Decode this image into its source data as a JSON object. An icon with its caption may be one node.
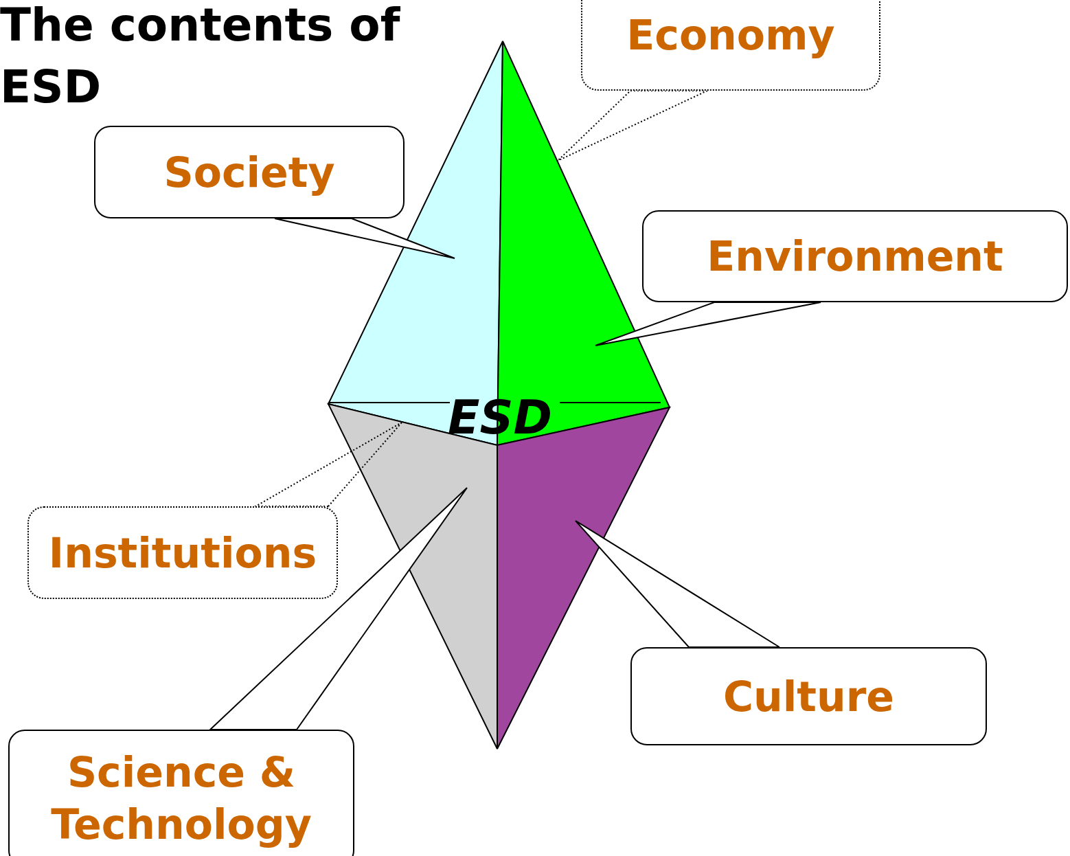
{
  "diagram": {
    "title": "The contents of ESD",
    "nodes": [
      {
        "text": [
          "Economy"
        ]
      },
      {
        "text": [
          "Society"
        ]
      },
      {
        "text": [
          "Environment"
        ]
      },
      {
        "text": [
          "Institutions"
        ]
      },
      {
        "text": [
          "Science & Technology"
        ]
      },
      {
        "text": [
          "Culture"
        ]
      },
      {
        "text": [],
        "shape": "triangle"
      },
      {
        "text": [],
        "shape": "triangle"
      },
      {
        "text": [],
        "shape": "triangle"
      },
      {
        "text": [],
        "shape": "triangle"
      }
    ],
    "edges": [
      {
        "from": 0,
        "to": 7,
        "arrow": "none",
        "style": "dashed"
      },
      {
        "from": 1,
        "to": 6,
        "arrow": "none"
      },
      {
        "from": 2,
        "to": 7,
        "arrow": "none"
      },
      {
        "from": 3,
        "to": 8,
        "arrow": "none",
        "style": "dashed"
      },
      {
        "from": 4,
        "to": 8,
        "arrow": "none"
      },
      {
        "from": 5,
        "to": 9,
        "arrow": "none"
      }
    ],
    "labels": [
      "ESD"
    ]
  }
}
